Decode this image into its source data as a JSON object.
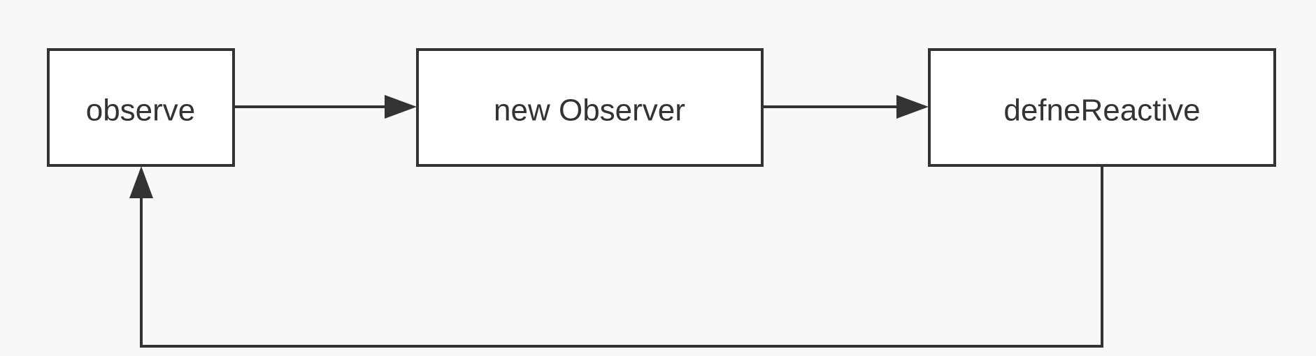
{
  "diagram": {
    "type": "flowchart",
    "colors": {
      "background": "#f8f8f8",
      "node_fill": "#ffffff",
      "stroke": "#333333",
      "text": "#333333"
    },
    "nodes": [
      {
        "id": "observe",
        "label": "observe"
      },
      {
        "id": "new-observer",
        "label": "new Observer"
      },
      {
        "id": "defne-reactive",
        "label": "defneReactive"
      }
    ],
    "edges": [
      {
        "from": "observe",
        "to": "new-observer"
      },
      {
        "from": "new-observer",
        "to": "defne-reactive"
      },
      {
        "from": "defne-reactive",
        "to": "observe"
      }
    ]
  }
}
